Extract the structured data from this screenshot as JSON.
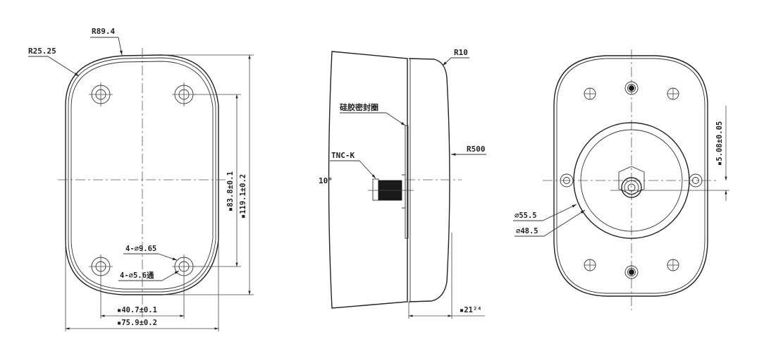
{
  "drawing": {
    "title": "Antenna housing dimension drawing",
    "views": {
      "front": {
        "labels": {
          "corner_radius": "R25.25",
          "top_radius": "R89.4",
          "hole_outer": "4-⌀9.65",
          "hole_inner": "4-⌀5.6通",
          "hole_spacing_v": "▪83.8±0.1",
          "overall_height": "▪119.1±0.2",
          "hole_spacing_h": "▪40.7±0.1",
          "overall_width": "▪75.9±0.2"
        }
      },
      "side": {
        "labels": {
          "corner_radius": "R10",
          "seal": "硅胶密封圈",
          "connector": "TNC-K",
          "draft_angle": "10°",
          "face_radius": "R500",
          "depth": "▪21²⁴"
        }
      },
      "back": {
        "labels": {
          "offset": "▪5.08±0.05",
          "outer_diameter": "⌀55.5",
          "inner_diameter": "⌀48.5"
        }
      }
    }
  }
}
